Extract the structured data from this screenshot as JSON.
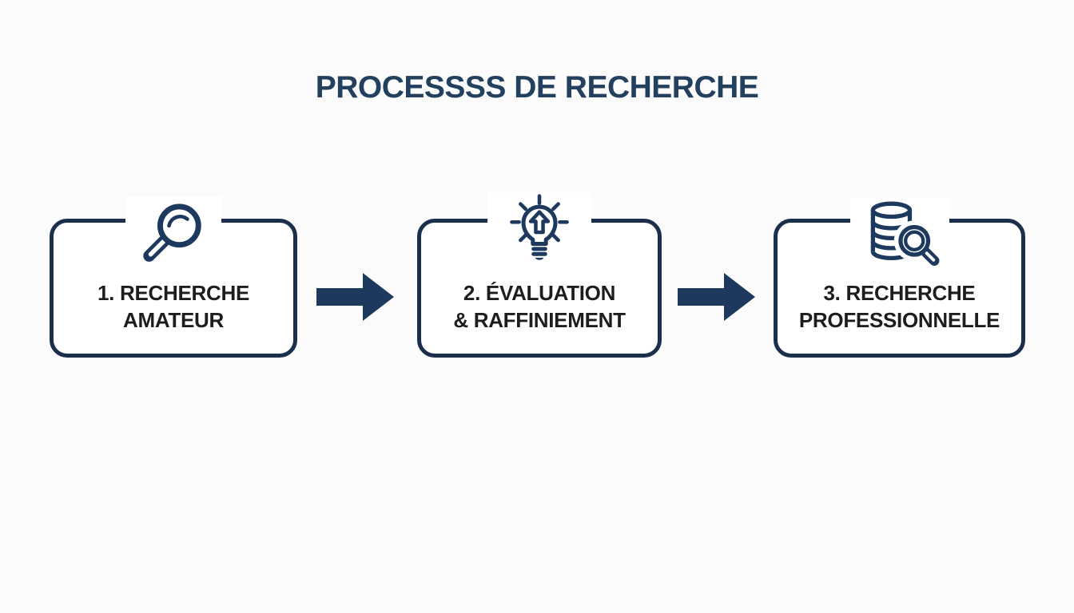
{
  "title": "PROCESSSS DE RECHERCHE",
  "colors": {
    "navy_dark": "#1b2f4d",
    "navy": "#1d3a5e",
    "title_navy": "#24405f",
    "text_dark": "#1d1d1d",
    "background": "#fbfbfc",
    "box_fill": "#ffffff"
  },
  "steps": [
    {
      "id": 1,
      "icon": "magnifying-glass-icon",
      "label_line1": "1. RECHERCHE",
      "label_line2": "AMATEUR"
    },
    {
      "id": 2,
      "icon": "lightbulb-arrow-up-icon",
      "label_line1": "2. ÉVALUATION",
      "label_line2": "& RAFFINIEMENT"
    },
    {
      "id": 3,
      "icon": "database-search-icon",
      "label_line1": "3. RECHERCHE",
      "label_line2": "PROFESSIONNELLE"
    }
  ],
  "connectors": [
    {
      "from": 1,
      "to": 2,
      "type": "solid-right-arrow"
    },
    {
      "from": 2,
      "to": 3,
      "type": "solid-right-arrow"
    }
  ]
}
